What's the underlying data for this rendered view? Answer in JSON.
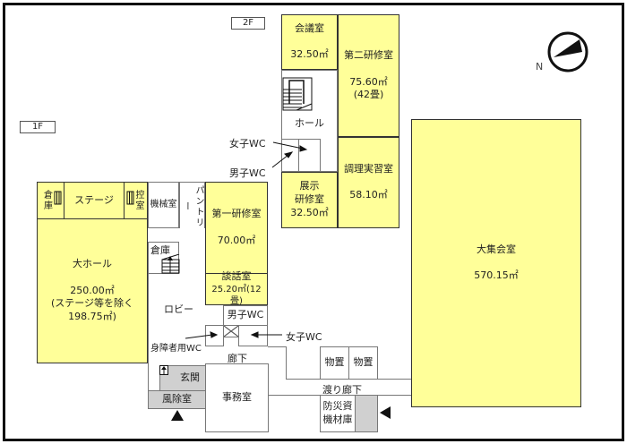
{
  "floors": {
    "f2": "2F",
    "f1": "1F"
  },
  "compass": {
    "label": "N"
  },
  "rooms2f": {
    "kaigi": {
      "name": "会議室",
      "area": "32.50㎡"
    },
    "daini": {
      "name": "第二研修室",
      "area": "75.60㎡",
      "note": "(42畳)"
    },
    "hall": {
      "name": "ホール"
    },
    "tenji": {
      "name1": "展示",
      "name2": "研修室",
      "area": "32.50㎡"
    },
    "chori": {
      "name": "調理実習室",
      "area": "58.10㎡"
    },
    "wc_f": "女子WC",
    "wc_m": "男子WC"
  },
  "rooms1f": {
    "souko1": "倉庫",
    "stage": "ステージ",
    "hikae": "控室",
    "daihall": {
      "name": "大ホール",
      "area": "250.00㎡",
      "note1": "(ステージ等を除く",
      "note2": "198.75㎡)"
    },
    "kikai": "機械室",
    "pantry": "パントリー",
    "daiichi": {
      "name": "第一研修室",
      "area": "70.00㎡"
    },
    "danwa": {
      "name": "談話室",
      "area": "25.20㎡(12畳)"
    },
    "souko2": "倉庫",
    "lobby": "ロビー",
    "wc_m": "男子WC",
    "wc_f": "女子WC",
    "wc_hc": "身障者用WC",
    "rouka": "廊下",
    "genkan": "玄関",
    "fuujo": "風除室",
    "jimu": "事務室",
    "monooki1": "物置",
    "monooki2": "物置",
    "watari": "渡り廊下",
    "bousai1": "防災資",
    "bousai2": "機材庫",
    "daishukai": {
      "name": "大集会室",
      "area": "570.15㎡"
    }
  },
  "colors": {
    "room": "#ffff99",
    "entrance": "#d0d0d0"
  }
}
